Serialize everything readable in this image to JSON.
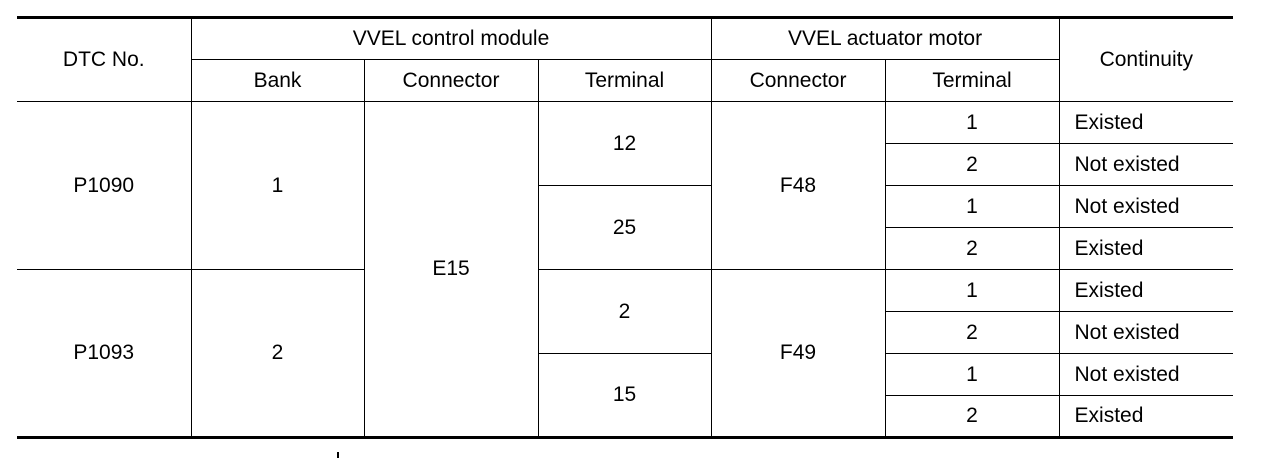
{
  "headers": {
    "dtc_no": "DTC No.",
    "control_module": "VVEL control module",
    "actuator_motor": "VVEL actuator motor",
    "continuity": "Continuity",
    "bank": "Bank",
    "connector": "Connector",
    "terminal": "Terminal",
    "motor_connector": "Connector",
    "motor_terminal": "Terminal"
  },
  "groups": [
    {
      "dtc": "P1090",
      "bank": "1",
      "module_connector": "E15",
      "motor_connector": "F48",
      "terminals": [
        {
          "module_terminal": "12",
          "rows": [
            {
              "motor_terminal": "1",
              "continuity": "Existed"
            },
            {
              "motor_terminal": "2",
              "continuity": "Not existed"
            }
          ]
        },
        {
          "module_terminal": "25",
          "rows": [
            {
              "motor_terminal": "1",
              "continuity": "Not existed"
            },
            {
              "motor_terminal": "2",
              "continuity": "Existed"
            }
          ]
        }
      ]
    },
    {
      "dtc": "P1093",
      "bank": "2",
      "motor_connector": "F49",
      "terminals": [
        {
          "module_terminal": "2",
          "rows": [
            {
              "motor_terminal": "1",
              "continuity": "Existed"
            },
            {
              "motor_terminal": "2",
              "continuity": "Not existed"
            }
          ]
        },
        {
          "module_terminal": "15",
          "rows": [
            {
              "motor_terminal": "1",
              "continuity": "Not existed"
            },
            {
              "motor_terminal": "2",
              "continuity": "Existed"
            }
          ]
        }
      ]
    }
  ]
}
